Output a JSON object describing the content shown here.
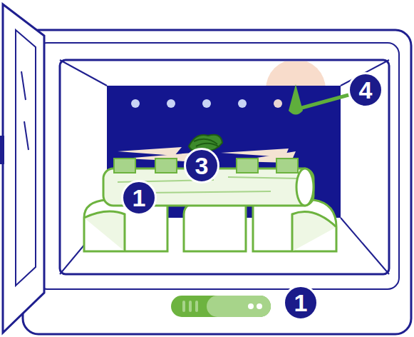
{
  "diagram": {
    "labels": [
      "4",
      "3",
      "1",
      "1"
    ]
  }
}
